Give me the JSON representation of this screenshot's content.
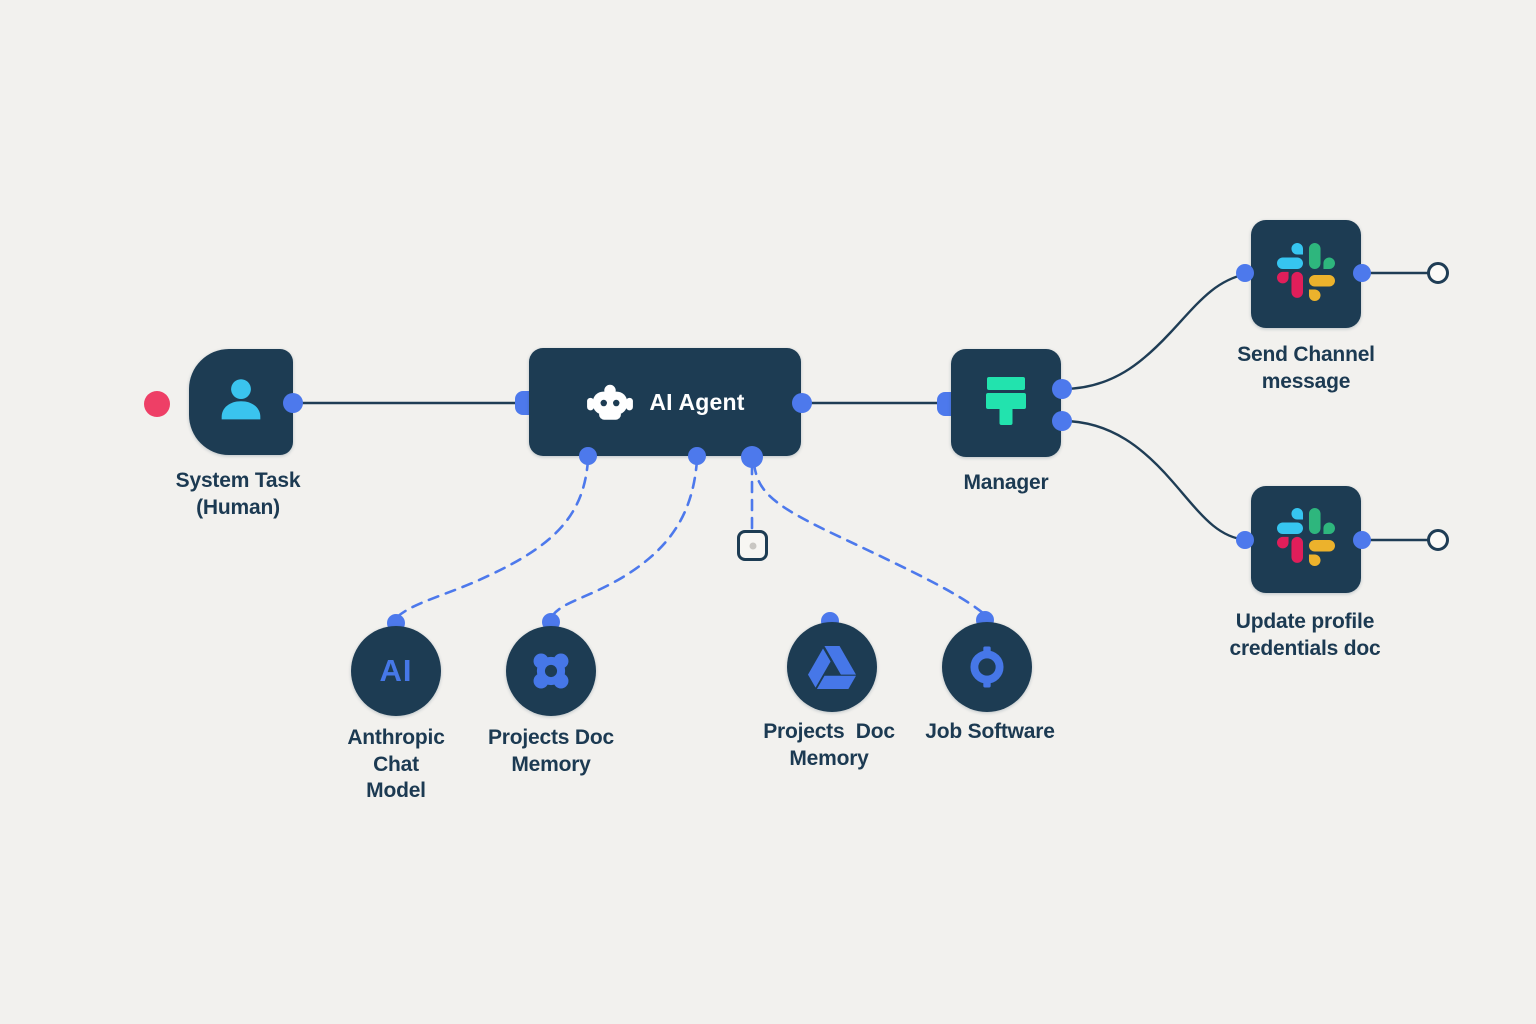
{
  "app": "workflow-editor",
  "colors": {
    "canvas_bg": "#f2f1ee",
    "node_fill": "#1d3c53",
    "wire": "#1f3d55",
    "connector_blue": "#4d79ec",
    "trigger_red": "#ee3f66",
    "person_cyan": "#3ac4ee",
    "manager_teal": "#22e3ae",
    "icon_blue": "#4677e8",
    "slack_blue": "#36C5F0",
    "slack_green": "#2EB67D",
    "slack_red": "#E01E5A",
    "slack_yellow": "#ECB22C"
  },
  "nodes": {
    "system_task": {
      "label": "System Task\n(Human)",
      "icon": "person-icon"
    },
    "ai_agent": {
      "label": "AI Agent",
      "icon": "robot-icon"
    },
    "manager": {
      "label": "Manager",
      "icon": "manager-icon"
    },
    "send_channel": {
      "label": "Send Channel\nmessage",
      "icon": "slack-icon"
    },
    "update_profile": {
      "label": "Update profile\ncredentials doc",
      "icon": "slack-icon"
    },
    "anthropic": {
      "label": "Anthropic\nChat\nModel",
      "icon_text": "AI"
    },
    "memory1": {
      "label": "Projects Doc\nMemory",
      "icon": "nucleus-icon"
    },
    "memory2": {
      "label": "Projects  Doc\nMemory",
      "icon": "google-drive-icon"
    },
    "job": {
      "label": "Job Software",
      "icon": "ring-icon"
    }
  },
  "connections": {
    "solid": [
      {
        "from": "system_task",
        "to": "ai_agent"
      },
      {
        "from": "ai_agent",
        "to": "manager"
      },
      {
        "from": "manager",
        "to": "send_channel"
      },
      {
        "from": "manager",
        "to": "update_profile"
      },
      {
        "from": "send_channel",
        "to": "open-endpoint"
      },
      {
        "from": "update_profile",
        "to": "open-endpoint"
      }
    ],
    "dashed": [
      {
        "from": "ai_agent",
        "to": "anthropic"
      },
      {
        "from": "ai_agent",
        "to": "memory1"
      },
      {
        "from": "ai_agent",
        "to": "add_box"
      },
      {
        "from": "ai_agent",
        "to": "job"
      }
    ]
  }
}
